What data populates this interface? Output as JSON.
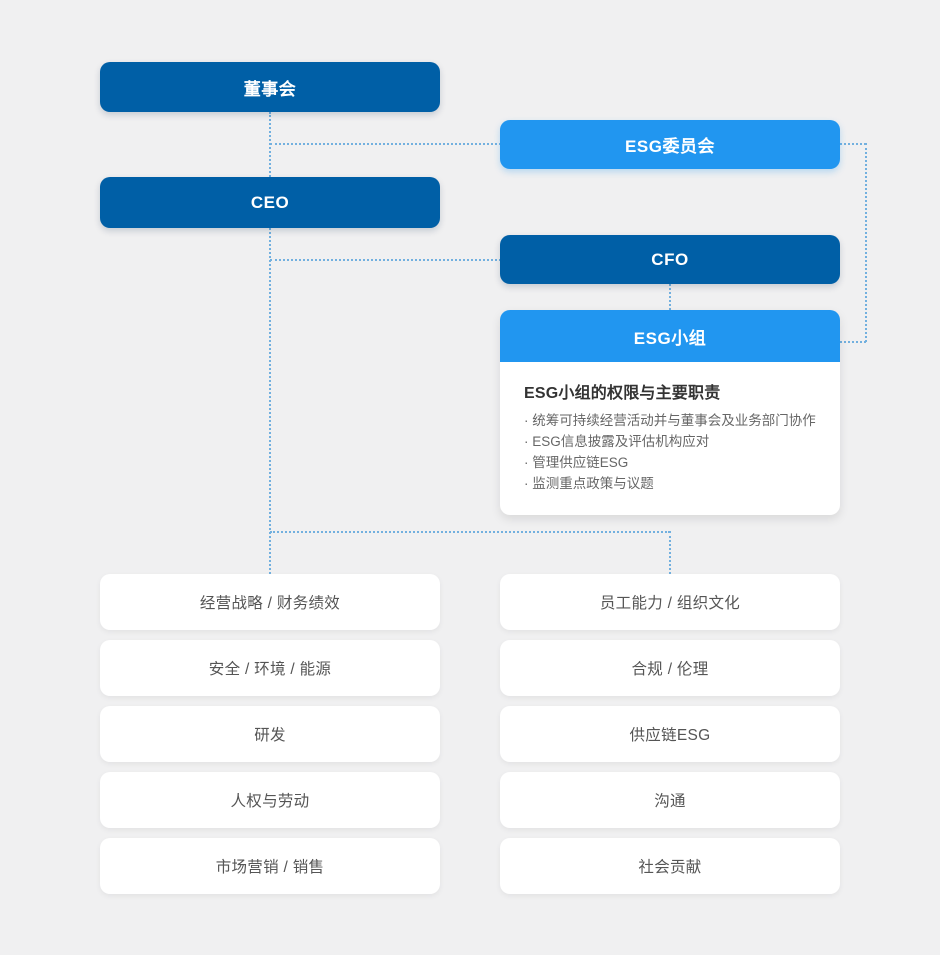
{
  "palette": {
    "dark_blue": "#005fa6",
    "light_blue": "#2196f0",
    "background": "#f0f0f1",
    "connector_blue": "#72b0df",
    "card_text": "#555555"
  },
  "org": {
    "board": {
      "label": "董事会"
    },
    "ceo": {
      "label": "CEO"
    },
    "esg_committee": {
      "label": "ESG委员会"
    },
    "cfo": {
      "label": "CFO"
    },
    "esg_team": {
      "label": "ESG小组",
      "panel_title": "ESG小组的权限与主要职责",
      "duties": [
        "· 统筹可持续经营活动并与董事会及业务部门协作",
        "· ESG信息披露及评估机构应对",
        "· 管理供应链ESG",
        "· 监测重点政策与议题"
      ]
    },
    "left_departments": [
      "经营战略 / 财务绩效",
      "安全 / 环境 / 能源",
      "研发",
      "人权与劳动",
      "市场营销 / 销售"
    ],
    "right_departments": [
      "员工能力 / 组织文化",
      "合规 / 伦理",
      "供应链ESG",
      "沟通",
      "社会贡献"
    ]
  }
}
